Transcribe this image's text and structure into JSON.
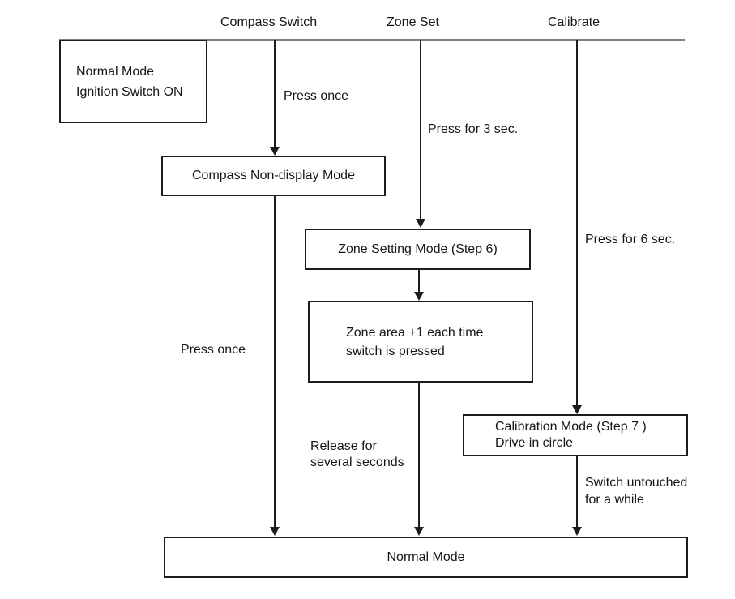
{
  "diagram": {
    "title_row": {
      "compass_switch": "Compass Switch",
      "zone_set": "Zone Set",
      "calibrate": "Calibrate"
    },
    "boxes": {
      "normal_mode_top": {
        "line1": "Normal Mode",
        "line2": "Ignition Switch ON"
      },
      "compass_non_display": {
        "label": "Compass Non-display Mode"
      },
      "zone_setting": {
        "label": "Zone Setting Mode (Step 6)"
      },
      "zone_area": {
        "line1": "Zone area +1 each time",
        "line2": "switch is pressed"
      },
      "calibration": {
        "line1": "Calibration Mode (Step 7 )",
        "line2": "Drive in circle"
      },
      "normal_mode_bottom": {
        "label": "Normal Mode"
      }
    },
    "edge_labels": {
      "press_once_top": "Press once",
      "press_for_3_sec": "Press for 3 sec.",
      "press_for_6_sec": "Press for 6 sec.",
      "press_once_left": "Press once",
      "release_line1": "Release for",
      "release_line2": "several seconds",
      "untouched_line1": "Switch untouched",
      "untouched_line2": "for a while"
    },
    "colors": {
      "line": "#1c1c1c",
      "rule": "#808080",
      "background": "#ffffff",
      "text": "#161616"
    }
  }
}
